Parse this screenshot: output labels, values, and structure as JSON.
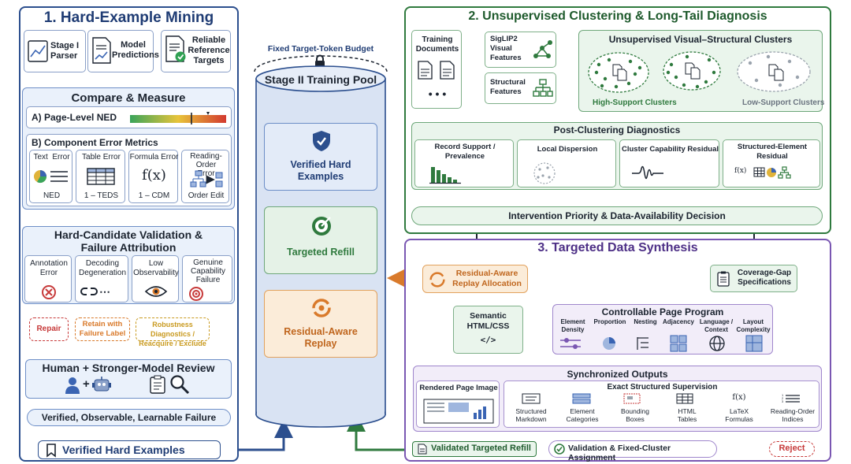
{
  "panel1": {
    "title": "1. Hard-Example Mining",
    "inputs": {
      "parser": "Stage I\nParser",
      "predictions": "Model\nPredictions",
      "references": "Reliable\nReference\nTargets"
    },
    "compare": {
      "title": "Compare & Measure",
      "ned_label": "A) Page-Level NED",
      "components_label": "B) Component Error Metrics",
      "metrics": [
        {
          "title": "Text  Error",
          "footer": "NED"
        },
        {
          "title": "Table Error",
          "footer": "1 – TEDS"
        },
        {
          "title": "Formula Error",
          "footer": "1 – CDM",
          "glyph": "f(x)"
        },
        {
          "title": "Reading-Order\nError",
          "footer": "Order Edit"
        }
      ]
    },
    "validation": {
      "title": "Hard-Candidate Validation &\nFailure Attribution",
      "categories": [
        {
          "label": "Annotation\nError"
        },
        {
          "label": "Decoding\nDegeneration",
          "glyph": "⋯"
        },
        {
          "label": "Low\nObservability"
        },
        {
          "label": "Genuine\nCapability\nFailure"
        }
      ],
      "actions": [
        {
          "label": "Repair",
          "color": "#c73a3a"
        },
        {
          "label": "Retain with\nFailure Label",
          "color": "#d97a2b"
        },
        {
          "label": "Robustness Diagnostics /\nReacquire / Exclude",
          "color": "#c99a1f"
        }
      ]
    },
    "review": {
      "title": "Human + Stronger-Model Review",
      "plus": "+"
    },
    "verified_failure": "Verified, Observable, Learnable Failure",
    "verified_examples": "Verified Hard Examples"
  },
  "pool": {
    "budget": "Fixed Target-Token Budget",
    "title": "Stage II Training Pool",
    "items": [
      {
        "label": "Verified Hard\nExamples"
      },
      {
        "label": "Targeted Refill"
      },
      {
        "label": "Residual-Aware\nReplay"
      }
    ]
  },
  "panel2": {
    "title": "2. Unsupervised Clustering & Long-Tail Diagnosis",
    "docs_label": "Training\nDocuments",
    "docs_more": "• • •",
    "features": [
      {
        "label": "SigLIP2\nVisual\nFeatures"
      },
      {
        "label": "Structural\nFeatures"
      }
    ],
    "clusters": {
      "title": "Unsupervised Visual–Structural Clusters",
      "high": "High-Support Clusters",
      "low": "Low-Support Clusters"
    },
    "diagnostics": {
      "title": "Post-Clustering Diagnostics",
      "items": [
        {
          "label": "Record Support /\nPrevalence"
        },
        {
          "label": "Local Dispersion"
        },
        {
          "label": "Cluster Capability Residual"
        },
        {
          "label": "Structured-Element\nResidual",
          "glyph": "f(x)"
        }
      ]
    },
    "decision": "Intervention Priority & Data-Availability Decision"
  },
  "panel3": {
    "title": "3. Targeted Data Synthesis",
    "replay_alloc": "Residual-Aware\nReplay Allocation",
    "coverage": "Coverage-Gap\nSpecifications",
    "semantic": {
      "title": "Semantic\nHTML/CSS",
      "glyph": "</>"
    },
    "program": {
      "title": "Controllable Page Program",
      "params": [
        "Element\nDensity",
        "Proportion",
        "Nesting",
        "Adjacency",
        "Language /\nContext",
        "Layout\nComplexity"
      ]
    },
    "outputs": {
      "title": "Synchronized Outputs",
      "rendered": "Rendered Page Image",
      "supervision_title": "Exact Structured Supervision",
      "items": [
        {
          "label": "Structured\nMarkdown"
        },
        {
          "label": "Element\nCategories"
        },
        {
          "label": "Bounding\nBoxes"
        },
        {
          "label": "HTML\nTables"
        },
        {
          "label": "LaTeX\nFormulas",
          "glyph": "f(x)"
        },
        {
          "label": "Reading-Order\nIndices"
        }
      ]
    },
    "validated_refill": "Validated Targeted Refill",
    "validation": "Validation & Fixed-Cluster Assignment",
    "reject": "Reject"
  },
  "colors": {
    "blue": "#2c4f8e",
    "green": "#2f7a3e",
    "purple": "#7a57b2",
    "orange": "#d97a2b",
    "red": "#c73a3a"
  }
}
